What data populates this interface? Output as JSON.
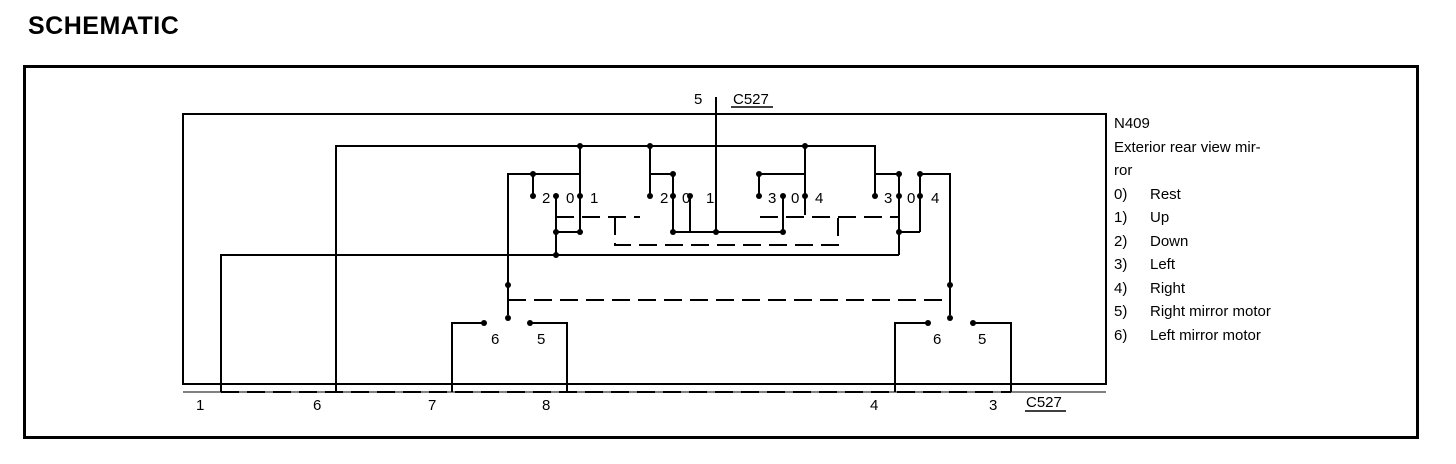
{
  "page": {
    "title": "SCHEMATIC"
  },
  "legend": {
    "title": "N409",
    "description": "Exterior rear view mir-\nror",
    "items": [
      {
        "num": "0)",
        "label": "Rest"
      },
      {
        "num": "1)",
        "label": "Up"
      },
      {
        "num": "2)",
        "label": "Down"
      },
      {
        "num": "3)",
        "label": "Left"
      },
      {
        "num": "4)",
        "label": "Right"
      },
      {
        "num": "5)",
        "label": "Right mirror motor"
      },
      {
        "num": "6)",
        "label": "Left mirror motor"
      }
    ]
  },
  "diagram": {
    "top_connector": {
      "pin": "5",
      "name": "C527"
    },
    "bottom_connector": {
      "name": "C527"
    },
    "bottom_pins": [
      "1",
      "6",
      "7",
      "8",
      "4",
      "3"
    ],
    "switch_groups": [
      {
        "labels": [
          "2",
          "0",
          "1"
        ]
      },
      {
        "labels": [
          "2",
          "0",
          "1"
        ]
      },
      {
        "labels": [
          "3",
          "0",
          "4"
        ]
      },
      {
        "labels": [
          "3",
          "0",
          "4"
        ]
      }
    ],
    "selector_switches": [
      {
        "labels": [
          "6",
          "5"
        ]
      },
      {
        "labels": [
          "6",
          "5"
        ]
      }
    ]
  }
}
